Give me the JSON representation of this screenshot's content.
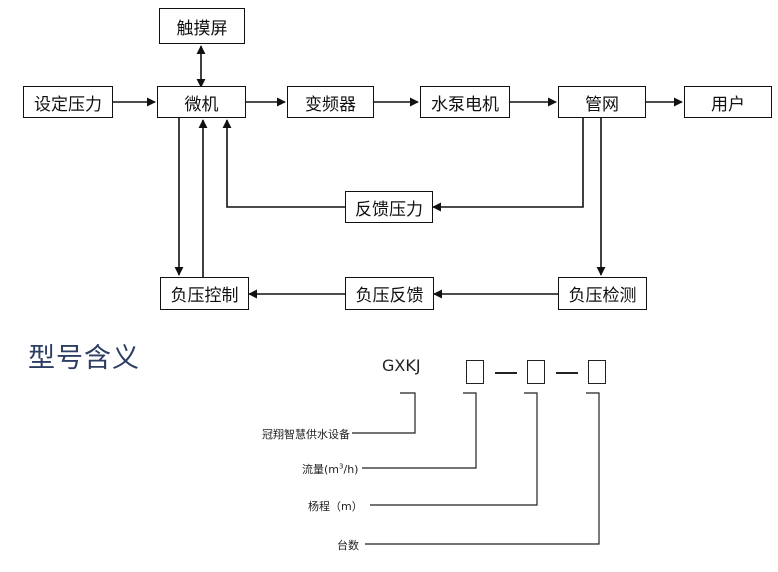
{
  "flow": {
    "touchscreen": "触摸屏",
    "set_pressure": "设定压力",
    "micro": "微机",
    "vfd": "变频器",
    "pump_motor": "水泵电机",
    "pipe_network": "管网",
    "user": "用户",
    "feedback_pressure": "反馈压力",
    "neg_pressure_control": "负压控制",
    "neg_pressure_feedback": "负压反馈",
    "neg_pressure_detect": "负压检测"
  },
  "model": {
    "title": "型号含义",
    "code": "GXKJ",
    "labels": {
      "brand": "冠翔智慧供水设备",
      "flow_prefix": "流量(m",
      "flow_sup": "3",
      "flow_suffix": "/h)",
      "head": "杨程（m）",
      "count": "台数"
    }
  }
}
